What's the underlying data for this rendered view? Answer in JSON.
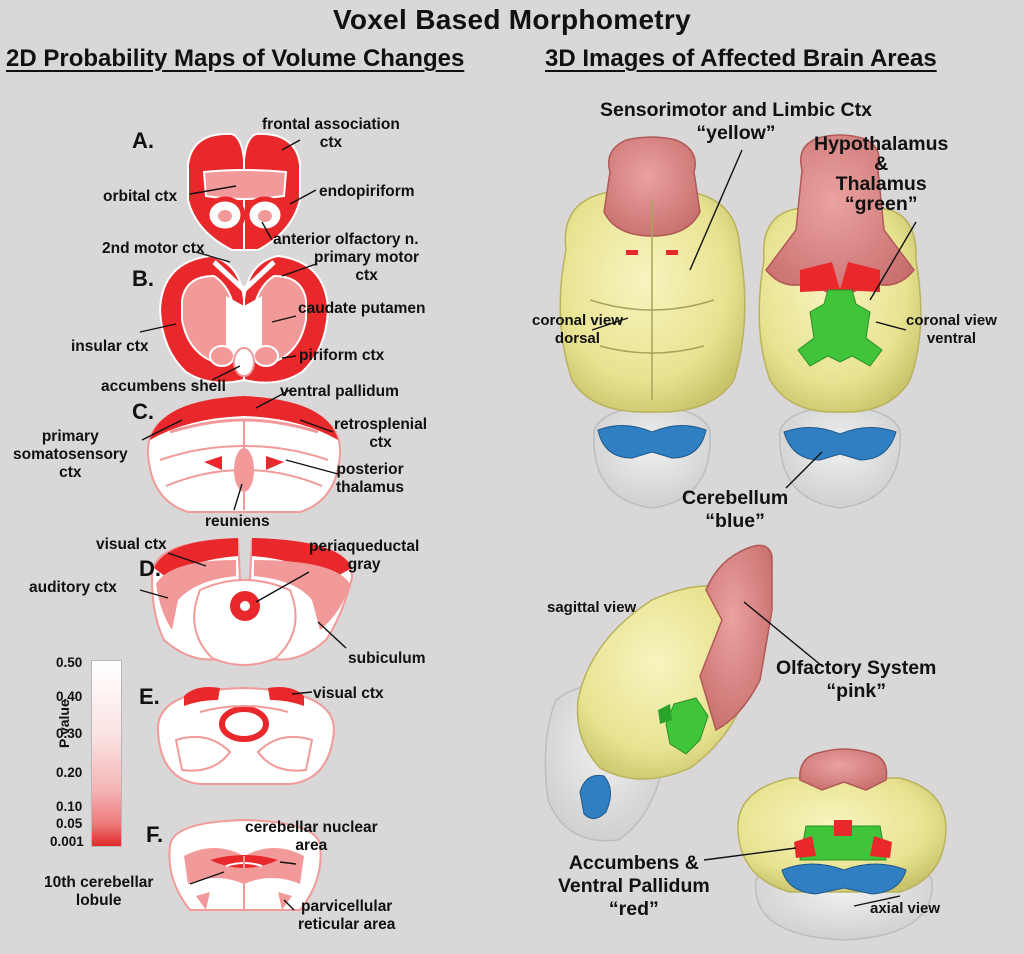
{
  "title": "Voxel Based Morphometry",
  "left_heading": "2D Probability Maps of Volume Changes",
  "right_heading": "3D Images of Affected Brain Areas",
  "panels": {
    "a": "A.",
    "b": "B.",
    "c": "C.",
    "d": "D.",
    "e": "E.",
    "f": "F."
  },
  "labels_2d": {
    "frontal_association_1": "frontal association",
    "frontal_association_2": "ctx",
    "orbital_ctx": "orbital ctx",
    "endopiriform": "endopiriform",
    "anterior_olfactory": "anterior olfactory n.",
    "second_motor": "2nd motor ctx",
    "primary_motor_1": "primary motor",
    "primary_motor_2": "ctx",
    "caudate_putamen": "caudate putamen",
    "insular_ctx": "insular ctx",
    "piriform_ctx": "piriform ctx",
    "accumbens_shell": "accumbens shell",
    "ventral_pallidum": "ventral pallidum",
    "retrosplenial_1": "retrosplenial",
    "retrosplenial_2": "ctx",
    "primary_somatosensory_1": "primary",
    "primary_somatosensory_2": "somatosensory",
    "primary_somatosensory_3": "ctx",
    "posterior_thalamus_1": "posterior",
    "posterior_thalamus_2": "thalamus",
    "reuniens": "reuniens",
    "visual_ctx_d": "visual ctx",
    "periaqueductal_1": "periaqueductal",
    "periaqueductal_2": "gray",
    "auditory_ctx": "auditory ctx",
    "subiculum": "subiculum",
    "visual_ctx_e": "visual ctx",
    "cerebellar_nuclear_1": "cerebellar nuclear",
    "cerebellar_nuclear_2": "area",
    "tenth_lobule_1": "10th cerebellar",
    "tenth_lobule_2": "lobule",
    "parvicellular_1": "parvicellular",
    "parvicellular_2": "reticular area"
  },
  "legend": {
    "title": "P value",
    "ticks": [
      "0.50",
      "0.40",
      "0.30",
      "0.20",
      "0.10",
      "0.05",
      "0.001"
    ]
  },
  "labels_3d": {
    "sensorimotor_1": "Sensorimotor and Limbic Ctx",
    "sensorimotor_2": "“yellow”",
    "hypothalamus_1": "Hypothalamus",
    "hypothalamus_2": "&",
    "hypothalamus_3": "Thalamus",
    "hypothalamus_4": "“green”",
    "coronal_dorsal_1": "coronal view",
    "coronal_dorsal_2": "dorsal",
    "coronal_ventral_1": "coronal view",
    "coronal_ventral_2": "ventral",
    "cerebellum_1": "Cerebellum",
    "cerebellum_2": "“blue”",
    "sagittal_view": "sagittal view",
    "olfactory_1": "Olfactory System",
    "olfactory_2": "“pink”",
    "accumbens_1": "Accumbens &",
    "accumbens_2": "Ventral Pallidum",
    "accumbens_3": "“red”",
    "axial_view": "axial view"
  },
  "colors": {
    "background": "#d9d7d8",
    "significant_red": "#e8282a",
    "pale_red": "#f29a9a",
    "yellow": "#eeea9e",
    "green": "#3fc43a",
    "blue": "#2f7fc2",
    "pink": "#d98482"
  }
}
